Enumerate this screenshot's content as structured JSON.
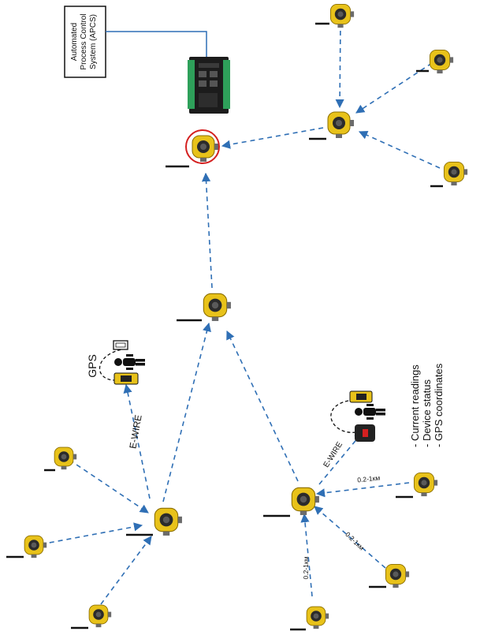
{
  "apcs": {
    "line1": "Automated",
    "line2": "Process Control",
    "line3": "System (APCS)"
  },
  "labels": {
    "gps": "GPS",
    "ewire_left": "E-WIRE",
    "ewire_right": "E-WIRE",
    "dist_right": "0.2-1км",
    "dist_lower_right": "0.2-1км",
    "dist_bottom": "0.2-1км"
  },
  "info_list": {
    "item1": "- Current readings",
    "item2": "- Device status",
    "item3": "- GPS coordinates"
  },
  "colors": {
    "link": "#2f6fb5",
    "device_body": "#e8c21a",
    "highlight": "#d42020",
    "controller_green": "#2ea05a"
  }
}
